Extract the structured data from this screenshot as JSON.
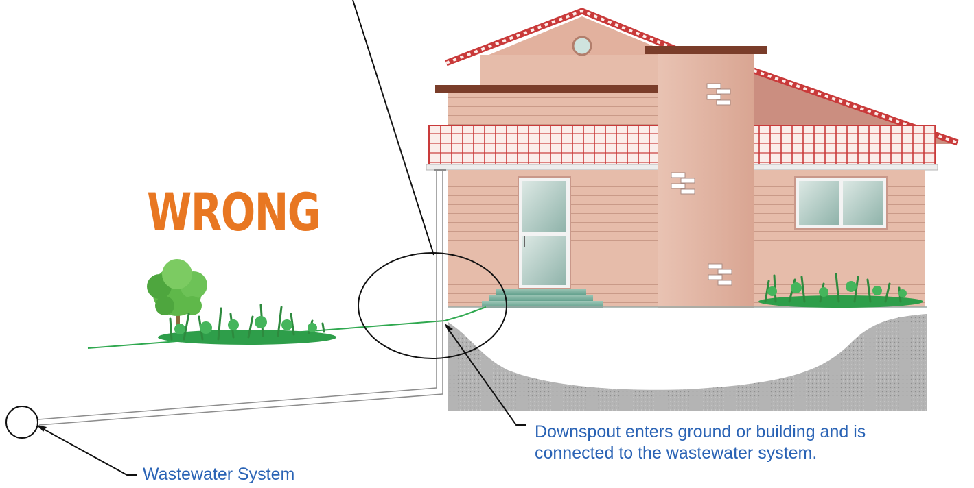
{
  "verdict": {
    "text": "WRONG"
  },
  "callouts": {
    "downspout_line1": "Downspout enters ground or building and is",
    "downspout_line2": "connected to the wastewater system.",
    "wastewater": "Wastewater System"
  },
  "colors": {
    "verdict": "#E87722",
    "callout_text": "#2A63B5",
    "siding": "#E4B9A7",
    "roof_tile": "#C93A3A",
    "trim": "#7A3D2A",
    "soil": "#AEAEAE",
    "grass": "#2FA84F",
    "line": "#111111"
  },
  "icons": {
    "house": "house-illustration",
    "tree": "tree-icon",
    "shrubs": "shrub-icon",
    "bricks": "brick-icon",
    "downspout": "downspout-pipe",
    "sewer": "sewer-main-circle"
  }
}
